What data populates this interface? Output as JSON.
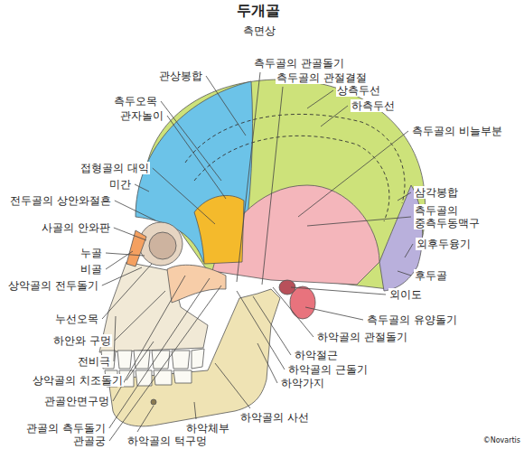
{
  "diagram": {
    "title": "두개골",
    "labels": [
      "측면상",
      "관상봉합",
      "측두오목",
      "관자놀이",
      "접형골의 대익",
      "미간",
      "전두골의 상안와절흔",
      "사골의 안와판",
      "누골",
      "비골",
      "상악골의 전두돌기",
      "누선오목",
      "하안와 구멍",
      "전비극",
      "상악골의 치조돌기",
      "관골안면구멍",
      "관골의 측두돌기",
      "관골궁",
      "하악골의 턱구멍",
      "하악체부",
      "하악골의 사선",
      "측두골의 관골돌기",
      "측두골의 관절결절",
      "상측두선",
      "하측두선",
      "측두골의 비늘부분",
      "삼각봉합",
      "측두골의 중측두동맥구",
      "외후두융기",
      "후두골",
      "외이도",
      "측두골의 유양돌기",
      "하악골의 관절돌기",
      "하악절근",
      "하악골의 근돌기",
      "하악가지",
      "©Novartis"
    ]
  }
}
